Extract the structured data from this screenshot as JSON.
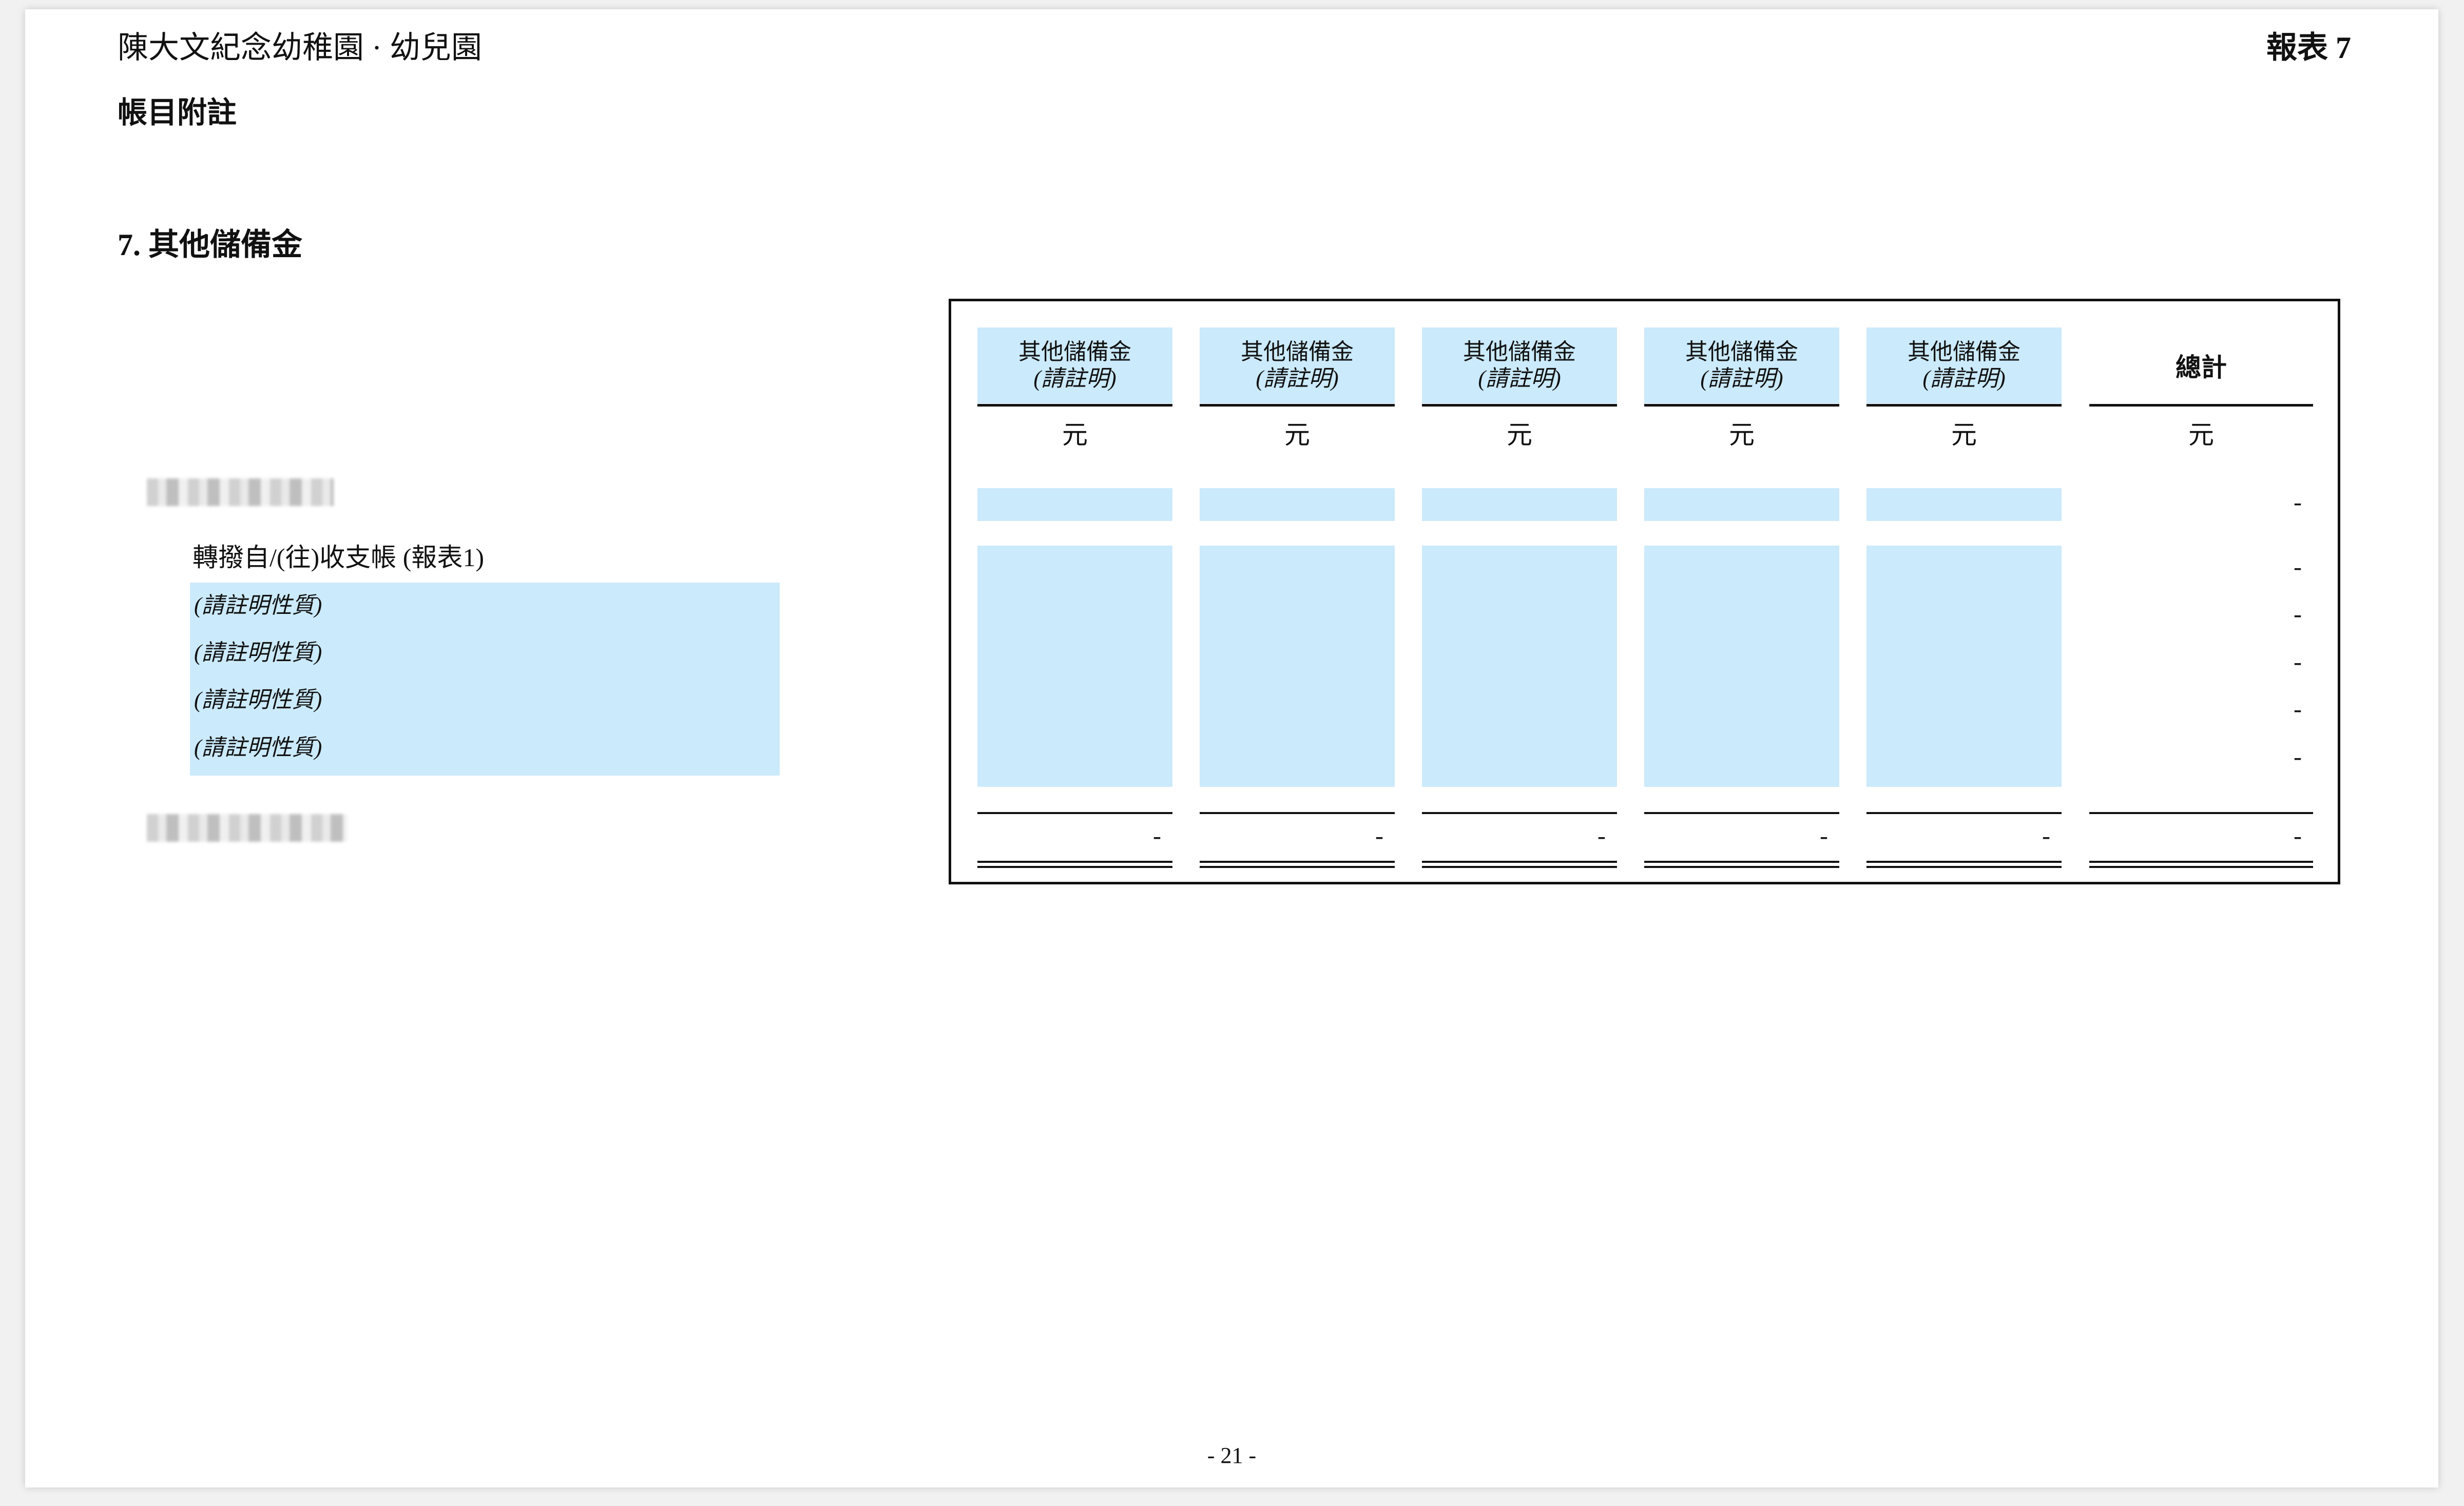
{
  "header": {
    "organization": "陳大文紀念幼稚園 · 幼兒園",
    "form_number": "報表 7",
    "subtitle": "帳目附註"
  },
  "section": {
    "heading": "7.  其他儲備金"
  },
  "rows": {
    "transfer_label": "轉撥自/(往)收支帳 (報表1)",
    "input_rows": [
      "(請註明性質)",
      "(請註明性質)",
      "(請註明性質)",
      "(請註明性質)"
    ]
  },
  "table": {
    "columns": [
      {
        "title": "其他儲備金",
        "note": "(請註明)",
        "unit": "元"
      },
      {
        "title": "其他儲備金",
        "note": "(請註明)",
        "unit": "元"
      },
      {
        "title": "其他儲備金",
        "note": "(請註明)",
        "unit": "元"
      },
      {
        "title": "其他儲備金",
        "note": "(請註明)",
        "unit": "元"
      },
      {
        "title": "其他儲備金",
        "note": "(請註明)",
        "unit": "元"
      }
    ],
    "total_column": {
      "title": "總計",
      "unit": "元"
    },
    "opening_total": "-",
    "row_totals": [
      "-",
      "-",
      "-",
      "-",
      "-"
    ],
    "closing_values": [
      "-",
      "-",
      "-",
      "-",
      "-"
    ],
    "closing_total": "-"
  },
  "footer": {
    "page_number": "- 21 -"
  },
  "colors": {
    "input_fill": "#cbeafb",
    "rule": "#111111"
  }
}
